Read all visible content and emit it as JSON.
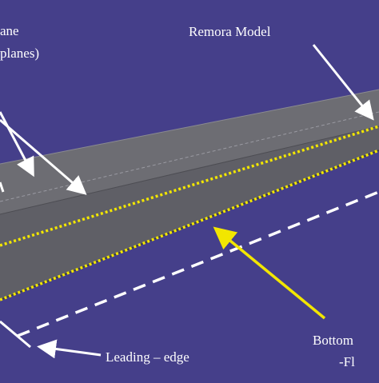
{
  "colors": {
    "background": "#453f8a",
    "model_top": "#6d6d73",
    "model_bottom": "#5c5c62",
    "highlight": "#f2e600",
    "annotation": "#ffffff"
  },
  "labels": {
    "top_left_line1": "ane",
    "top_left_line2": "planes)",
    "remora_model": "Remora Model",
    "leading_edge": "Leading – edge",
    "bottom_line1": "Bottom",
    "bottom_line2": "-Fl"
  }
}
